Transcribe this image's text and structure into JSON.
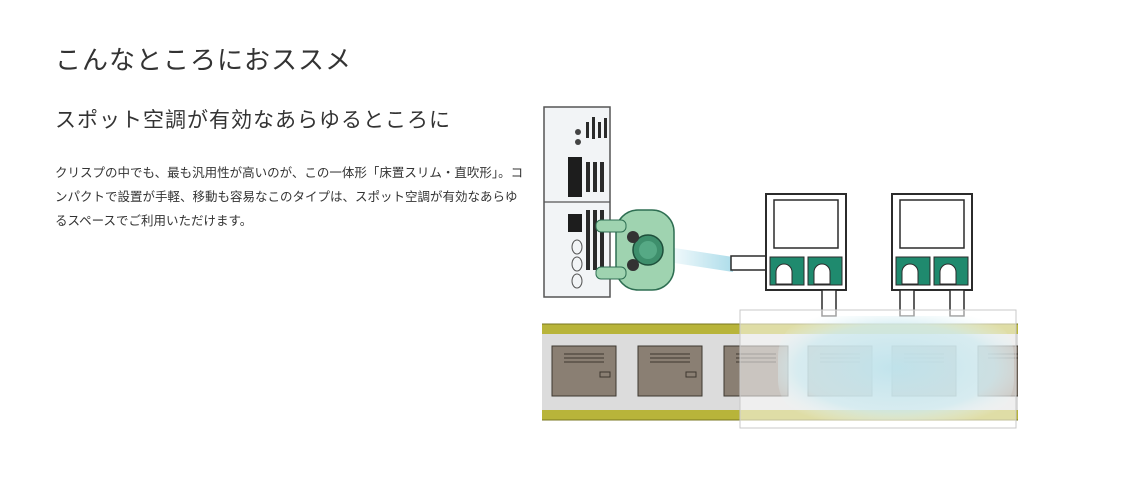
{
  "section_heading": "こんなところにおススメ",
  "subheading": "スポット空調が有効なあらゆるところに",
  "description": "クリスプの中でも、最も汎用性が高いのが、この一体形「床置スリム・直吹形」。コンパクトで設置が手軽、移動も容易なこのタイプは、スポット空調が有効なあらゆるスペースでご利用いただけます。",
  "illustration": {
    "icon_name": "factory-spot-cooling-illustration",
    "colors": {
      "machine_teal": "#1f8a6e",
      "machine_frame": "#2b2b2b",
      "conveyor_yellow": "#b8b43a",
      "conveyor_inner": "#dcdcdc",
      "box_brown": "#8a7f73",
      "air_glow": "#bfe3ec",
      "worker_green": "#9fd3b0"
    }
  }
}
